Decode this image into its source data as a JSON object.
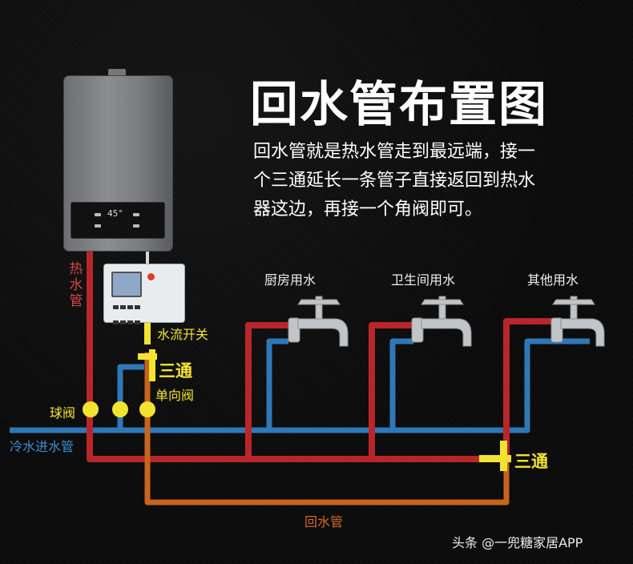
{
  "title": "回水管布置图",
  "subtitle": "回水管就是热水管走到最远端，接一个三通延长一条管子直接返回到热水器这边，再接一个角阀即可。",
  "heater": {
    "display": "45°"
  },
  "labels": {
    "hot_pipe": "热水管",
    "flow_switch": "水流开关",
    "tee_top": "三通",
    "check_valve": "单向阀",
    "ball_valve": "球阀",
    "cold_inlet": "冷水进水管",
    "kitchen": "厨房用水",
    "bathroom": "卫生间用水",
    "other": "其他用水",
    "tee_bottom": "三通",
    "return_pipe": "回水管"
  },
  "watermark": "头条 @一兜糖家居APP",
  "colors": {
    "hot": "#b8262a",
    "cold": "#2f78b7",
    "return": "#c8641e",
    "valve": "#f3e331",
    "faucet": "#c2c5c8"
  }
}
